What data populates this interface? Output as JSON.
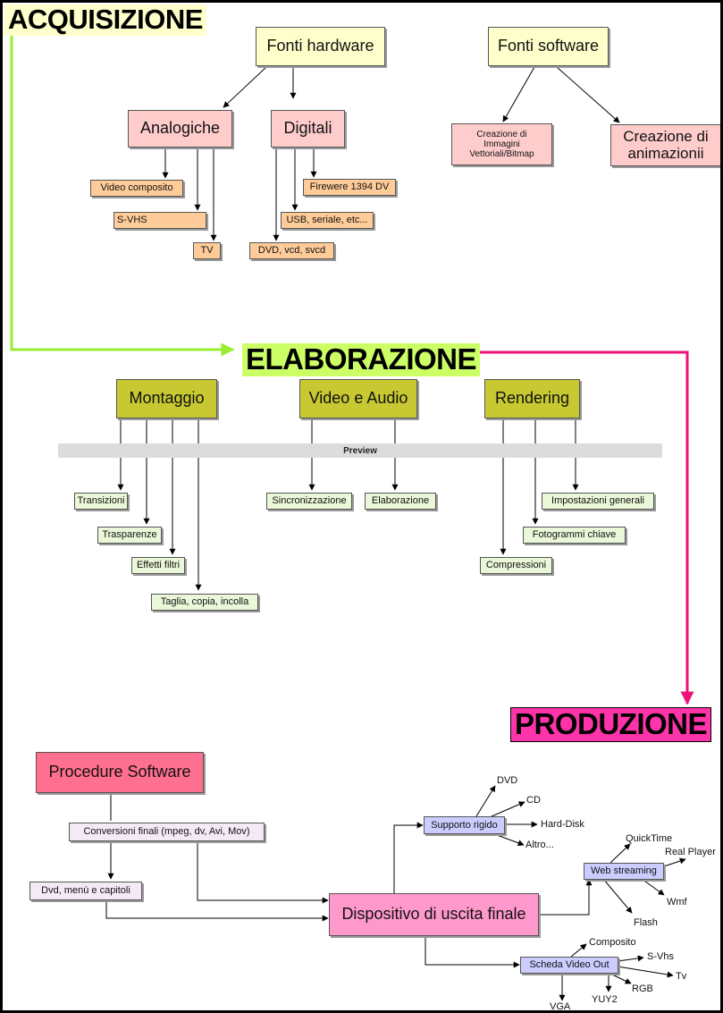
{
  "colors": {
    "acquisition_arrow": "#99ee33",
    "production_arrow": "#ee1177",
    "acquisizione_bg": "#ffffcc",
    "elaborazione_bg": "#ccff66",
    "produzione_bg": "#ff33aa"
  },
  "sections": {
    "acquisizione": "ACQUISIZIONE",
    "elaborazione": "ELABORAZIONE",
    "produzione": "PRODUZIONE"
  },
  "acquisizione": {
    "fonti_hardware": "Fonti hardware",
    "fonti_software": "Fonti software",
    "analogiche": "Analogiche",
    "digitali": "Digitali",
    "video_composito": "Video composito",
    "svhs": "S-VHS",
    "tv": "TV",
    "firewire": "Firewere 1394 DV",
    "usb": "USB, seriale, etc...",
    "dvd": "DVD, vcd, svcd",
    "creazione_immagini": "Creazione di Immagini Vettoriali/Bitmap",
    "creazione_animazioni": "Creazione di animazionii"
  },
  "elaborazione": {
    "montaggio": "Montaggio",
    "video_audio": "Video e Audio",
    "rendering": "Rendering",
    "preview": "Preview",
    "transizioni": "Transizioni",
    "trasparenze": "Trasparenze",
    "effetti_filtri": "Effetti filtri",
    "taglia": "Taglia, copia, incolla",
    "sincronizzazione": "Sincronizzazione",
    "elaborazione_item": "Elaborazione",
    "impostazioni": "Impostazioni generali",
    "fotogrammi": "Fotogrammi chiave",
    "compressioni": "Compressioni"
  },
  "produzione": {
    "procedure_software": "Procedure Software",
    "conversioni": "Conversioni finali (mpeg, dv, Avi, Mov)",
    "dvd_menu": "Dvd, menù e capitoli",
    "dispositivo": "Dispositivo di uscita finale",
    "supporto_rigido": "Supporto rigido",
    "web_streaming": "Web streaming",
    "scheda_video": "Scheda Video Out",
    "supporto_items": [
      "DVD",
      "CD",
      "Hard-Disk",
      "Altro..."
    ],
    "web_items": [
      "QuickTime",
      "Real Player",
      "Wmf",
      "Flash"
    ],
    "scheda_items": [
      "Composito",
      "S-Vhs",
      "Tv",
      "RGB",
      "YUY2",
      "VGA"
    ]
  }
}
